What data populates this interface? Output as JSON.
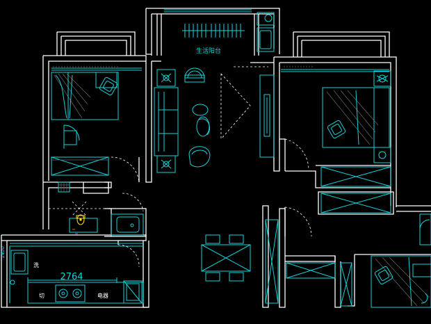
{
  "labels": {
    "balcony": "生活阳台",
    "dimension": "2764",
    "kitchen_left": "洗",
    "kitchen_stove": "切",
    "kitchen_appliance": "电器",
    "left_vertical_dim": "1400"
  },
  "colors": {
    "background": "#000000",
    "wall": "#ffffff",
    "furniture": "#14d3d8",
    "hatch": "#6a6a6a",
    "accent_yellow": "#ffe020",
    "accent_orange": "#ff6a00",
    "accent_magenta": "#e040e0"
  }
}
